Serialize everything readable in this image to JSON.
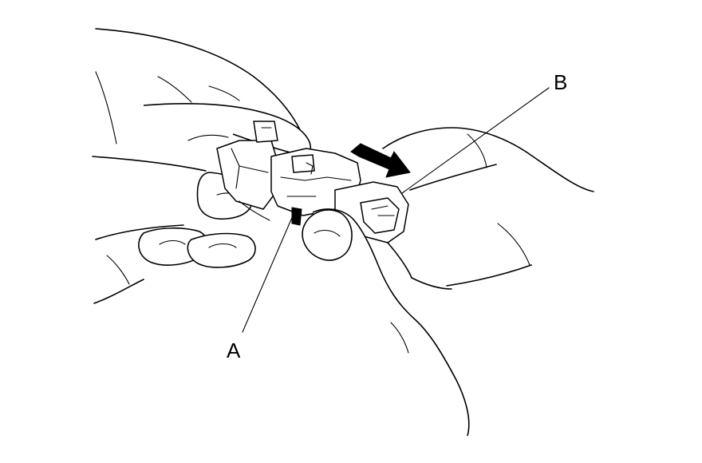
{
  "callouts": {
    "a": {
      "label": "A"
    },
    "b": {
      "label": "B"
    }
  },
  "arrow": {
    "direction": "right",
    "meaning": "pull-direction-arrow"
  },
  "colors": {
    "ink": "#000000",
    "background": "#ffffff"
  }
}
